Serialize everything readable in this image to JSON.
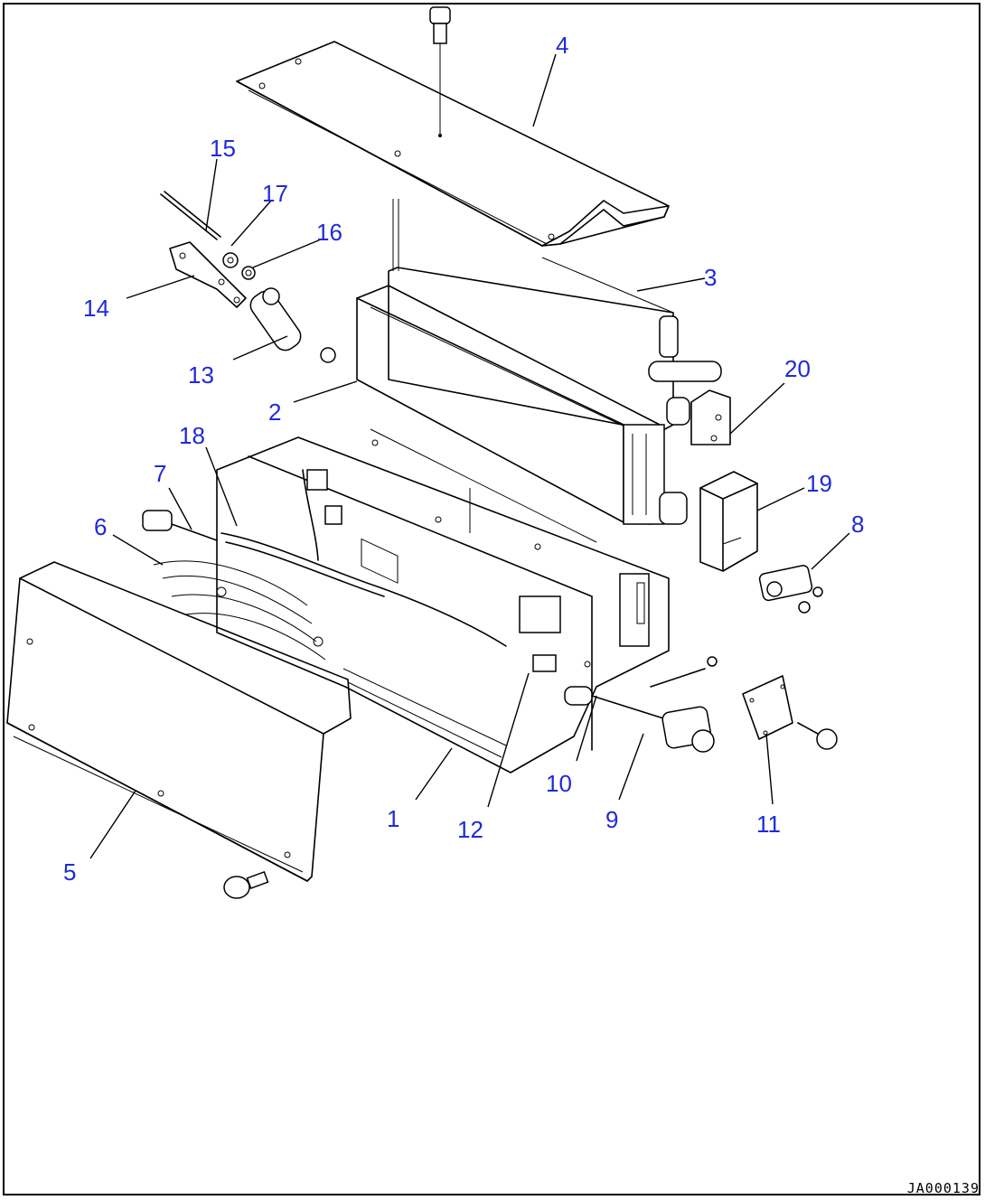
{
  "drawing_code": "JA000139",
  "callouts": [
    "1",
    "2",
    "3",
    "4",
    "5",
    "6",
    "7",
    "8",
    "9",
    "10",
    "11",
    "12",
    "13",
    "14",
    "15",
    "16",
    "17",
    "18",
    "19",
    "20"
  ],
  "colors": {
    "callout": "#1f2ad8",
    "line": "#000000",
    "background": "#ffffff"
  }
}
